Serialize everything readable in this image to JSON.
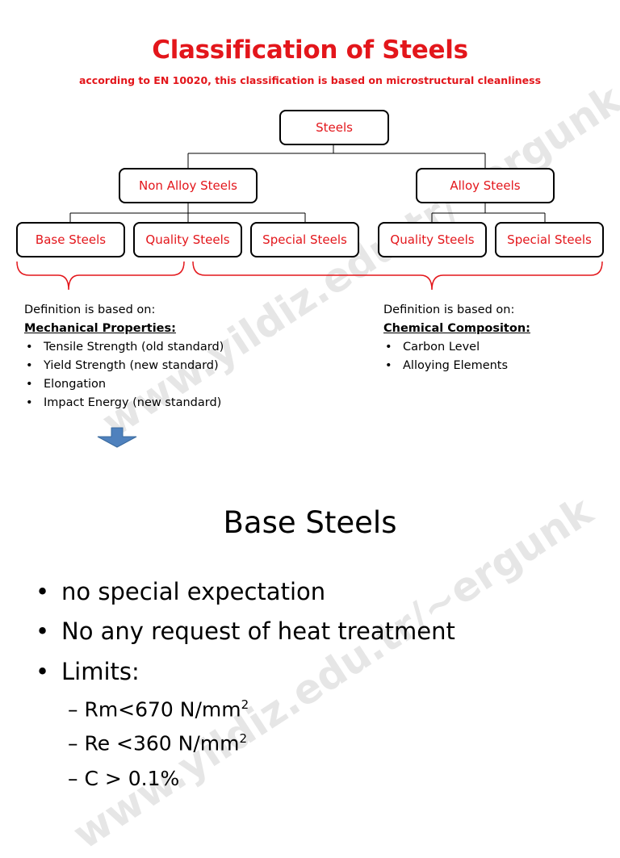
{
  "header": {
    "title": "Classification of Steels",
    "subtitle": "according to EN 10020, this classification is based on microstructural cleanliness"
  },
  "tree": {
    "root": "Steels",
    "non_alloy": "Non Alloy Steels",
    "alloy": "Alloy Steels",
    "non_alloy_children": [
      "Base Steels",
      "Quality Steels",
      "Special Steels"
    ],
    "alloy_children": [
      "Quality Steels",
      "Special Steels"
    ]
  },
  "definitions": {
    "left": {
      "intro": "Definition is based on:",
      "heading": "Mechanical Properties:",
      "items": [
        "Tensile Strength (old standard)",
        "Yield Strength (new standard)",
        "Elongation",
        "Impact Energy (new standard)"
      ]
    },
    "right": {
      "intro": "Definition is based on:",
      "heading": "Chemical Compositon:",
      "items": [
        "Carbon Level",
        "Alloying Elements"
      ]
    }
  },
  "slide": {
    "title": "Base Steels",
    "bullets": [
      "no special expectation",
      "No any request of heat treatment",
      "Limits:"
    ],
    "limits": [
      {
        "text": "Rm<670 N/mm",
        "sup": "2"
      },
      {
        "text": "Re <360 N/mm",
        "sup": "2"
      },
      {
        "text": "C > 0.1%",
        "sup": ""
      }
    ]
  },
  "watermark": {
    "upper": "www.yildiz.edu.tr/~ergunk",
    "lower": "www.yildiz.edu.tr/~ergunk"
  },
  "colors": {
    "accent": "#e3161b",
    "arrow": "#4f81bd"
  }
}
